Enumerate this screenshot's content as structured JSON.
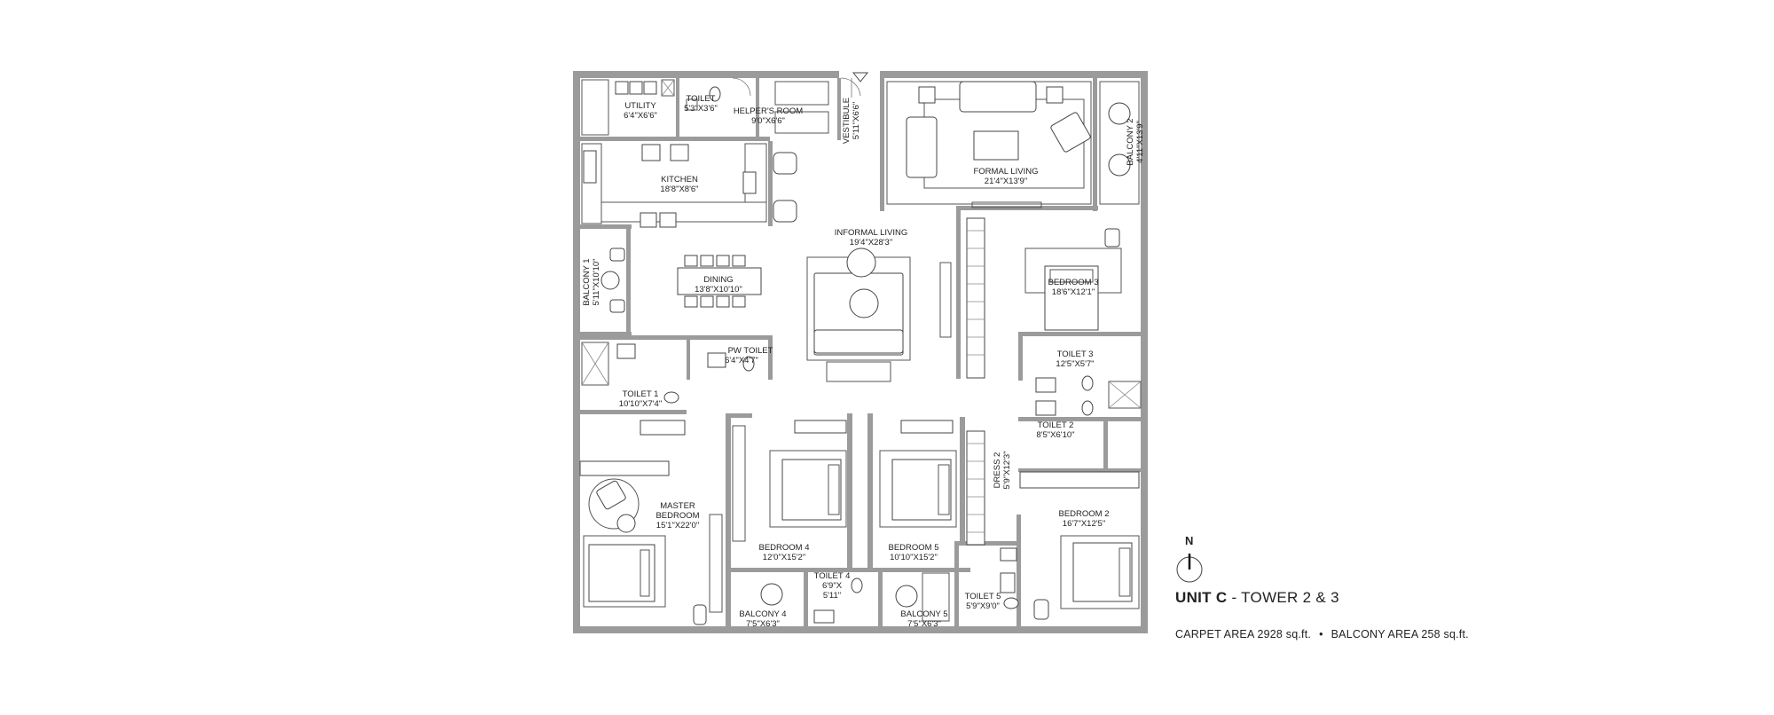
{
  "rooms": {
    "utility": {
      "name": "UTILITY",
      "dim": "6'4\"X6'6\""
    },
    "toilet_u": {
      "name": "TOILET",
      "dim": "5'3\"X3'6\""
    },
    "helpers_room": {
      "name": "HELPER'S ROOM",
      "dim": "9'0\"X6'6\""
    },
    "vestibule": {
      "name": "VESTIBULE",
      "dim": "5'11\"X6'6\""
    },
    "formal_living": {
      "name": "FORMAL LIVING",
      "dim": "21'4\"X13'9\""
    },
    "balcony_2": {
      "name": "BALCONY 2",
      "dim": "4'11\"X13'9\""
    },
    "kitchen": {
      "name": "KITCHEN",
      "dim": "18'8\"X8'6\""
    },
    "informal_living": {
      "name": "INFORMAL LIVING",
      "dim": "19'4\"X28'3\""
    },
    "bedroom_3": {
      "name": "BEDROOM 3",
      "dim": "18'6\"X12'1\""
    },
    "balcony_1": {
      "name": "BALCONY 1",
      "dim": "5'11\"X10'10\""
    },
    "dining": {
      "name": "DINING",
      "dim": "13'8\"X10'10\""
    },
    "pw_toilet": {
      "name": "PW TOILET",
      "dim": "6'4\"X4'7\""
    },
    "toilet_3": {
      "name": "TOILET 3",
      "dim": "12'5\"X5'7\""
    },
    "toilet_1": {
      "name": "TOILET 1",
      "dim": "10'10\"X7'4\""
    },
    "toilet_2": {
      "name": "TOILET 2",
      "dim": "8'5\"X6'10\""
    },
    "dress_2": {
      "name": "DRESS 2",
      "dim": "5'9\"X12'3\""
    },
    "master_bedroom": {
      "name": "MASTER",
      "name2": "BEDROOM",
      "dim": "15'1\"X22'0\""
    },
    "bedroom_4": {
      "name": "BEDROOM 4",
      "dim": "12'0\"X15'2\""
    },
    "bedroom_5": {
      "name": "BEDROOM 5",
      "dim": "10'10\"X15'2\""
    },
    "bedroom_2": {
      "name": "BEDROOM 2",
      "dim": "16'7\"X12'5\""
    },
    "toilet_4": {
      "name": "TOILET 4",
      "dim": "6'9\"X",
      "dim2": "5'11\""
    },
    "toilet_5": {
      "name": "TOILET 5",
      "dim": "5'9\"X9'0\""
    },
    "balcony_4": {
      "name": "BALCONY 4",
      "dim": "7'5\"X6'3\""
    },
    "balcony_5": {
      "name": "BALCONY 5",
      "dim": "7'5\"X6'3\""
    }
  },
  "compass": {
    "label": "N"
  },
  "unit": {
    "title_bold": "UNIT C",
    "title_rest": " - TOWER 2 & 3"
  },
  "areas": {
    "carpet": "CARPET AREA 2928 sq.ft.",
    "bullet": "•",
    "balcony": "BALCONY AREA 258 sq.ft."
  }
}
